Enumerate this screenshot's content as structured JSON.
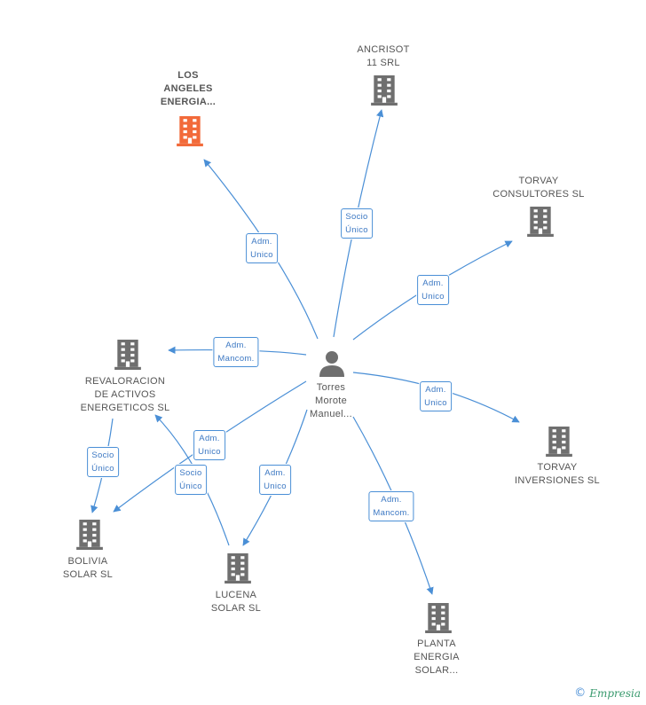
{
  "colors": {
    "edge": "#4a8fd6",
    "building": "#6f6f6f",
    "highlight": "#f26a3a",
    "person": "#6f6f6f"
  },
  "center": {
    "label": "Torres\nMorote\nManuel...",
    "icon": "person-icon"
  },
  "nodes": [
    {
      "id": "los-angeles",
      "label": "LOS\nANGELES\nENERGIA...",
      "highlight": true
    },
    {
      "id": "ancrisot",
      "label": "ANCRISOT\n11 SRL"
    },
    {
      "id": "torvay-consultores",
      "label": "TORVAY\nCONSULTORES SL"
    },
    {
      "id": "revaloracion",
      "label": "REVALORACION\nDE ACTIVOS\nENERGETICOS SL"
    },
    {
      "id": "torvay-inversiones",
      "label": "TORVAY\nINVERSIONES SL"
    },
    {
      "id": "bolivia",
      "label": "BOLIVIA\nSOLAR SL"
    },
    {
      "id": "lucena",
      "label": "LUCENA\nSOLAR SL"
    },
    {
      "id": "planta",
      "label": "PLANTA\nENERGIA\nSOLAR..."
    }
  ],
  "edges": [
    {
      "id": "e-los-angeles",
      "label": "Adm.\nUnico"
    },
    {
      "id": "e-ancrisot",
      "label": "Socio\nÚnico"
    },
    {
      "id": "e-torvay-consultores",
      "label": "Adm.\nUnico"
    },
    {
      "id": "e-revaloracion",
      "label": "Adm.\nMancom."
    },
    {
      "id": "e-torvay-inversiones",
      "label": "Adm.\nUnico"
    },
    {
      "id": "e-bolivia",
      "label": "Adm.\nUnico"
    },
    {
      "id": "e-lucena",
      "label": "Adm.\nUnico"
    },
    {
      "id": "e-planta",
      "label": "Adm.\nMancom."
    },
    {
      "id": "e-rev-bolivia",
      "label": "Socio\nÚnico"
    },
    {
      "id": "e-lucena-rev",
      "label": "Socio\nÚnico"
    }
  ],
  "brand": {
    "copyright": "©",
    "name": "Empresia"
  }
}
